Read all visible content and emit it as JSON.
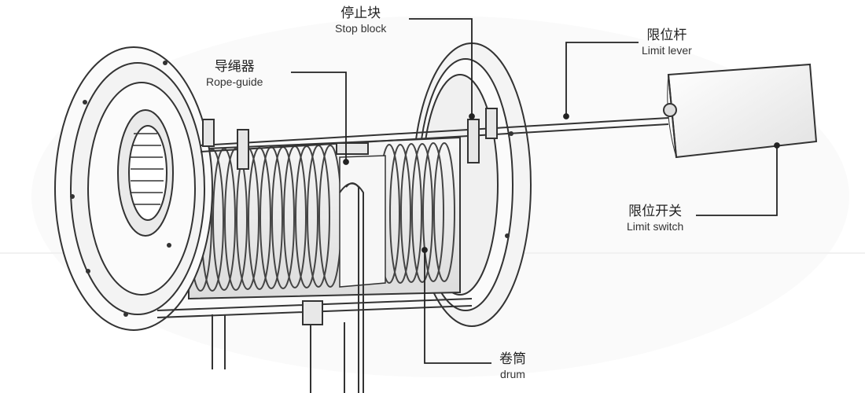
{
  "labels": {
    "stop_block": {
      "zh": "停止块",
      "en": "Stop block"
    },
    "limit_lever": {
      "zh": "限位杆",
      "en": "Limit lever"
    },
    "rope_guide": {
      "zh": "导绳器",
      "en": "Rope-guide"
    },
    "limit_switch": {
      "zh": "限位开关",
      "en": "Limit switch"
    },
    "drum": {
      "zh": "卷筒",
      "en": "drum"
    }
  }
}
